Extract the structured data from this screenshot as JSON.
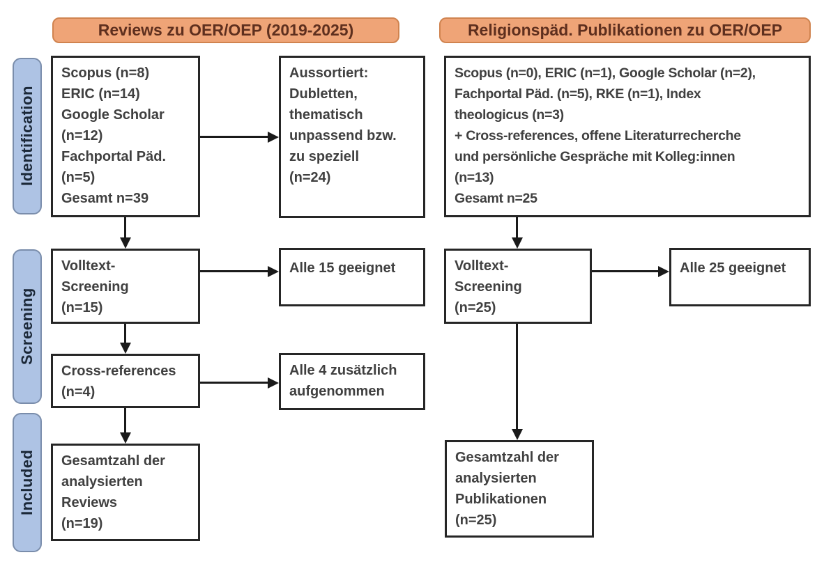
{
  "header": {
    "left": "Reviews zu OER/OEP (2019-2025)",
    "right": "Religionspäd. Publikationen zu OER/OEP"
  },
  "stages": {
    "identification": "Identification",
    "screening": "Screening",
    "included": "Included"
  },
  "left_column": {
    "sources_box": "Scopus (n=8)\nERIC (n=14)\nGoogle Scholar\n(n=12)\nFachportal Päd.\n(n=5)\nGesamt n=39",
    "excluded_box": "Aussortiert:\nDubletten,\nthematisch\nunpassend bzw.\nzu speziell\n(n=24)",
    "fulltext_box": "Volltext-\nScreening\n(n=15)",
    "fulltext_result_box": "Alle 15 geeignet",
    "crossref_box": "Cross-references\n(n=4)",
    "crossref_result_box": "Alle 4 zusätzlich\naufgenommen",
    "included_box": "Gesamtzahl der\nanalysierten\nReviews\n(n=19)"
  },
  "right_column": {
    "sources_box": "Scopus (n=0), ERIC (n=1), Google Scholar (n=2),\nFachportal Päd. (n=5), RKE (n=1), Index\ntheologicus (n=3)\n+ Cross-references, offene Literaturrecherche\nund persönliche Gespräche mit Kolleg:innen\n(n=13)\nGesamt n=25",
    "fulltext_box": "Volltext-\nScreening\n(n=25)",
    "fulltext_result_box": "Alle 25 geeignet",
    "included_box": "Gesamtzahl der\nanalysierten\nPublikationen\n(n=25)"
  },
  "colors": {
    "header_fill": "#efa477",
    "header_border": "#d0834f",
    "header_text": "#5e2f1e",
    "stage_fill": "#aec3e4",
    "stage_border": "#7a8dab",
    "stage_text": "#1b2838",
    "box_border": "#262626",
    "box_text": "#404040",
    "arrow": "#1a1a1a",
    "background": "#ffffff"
  }
}
